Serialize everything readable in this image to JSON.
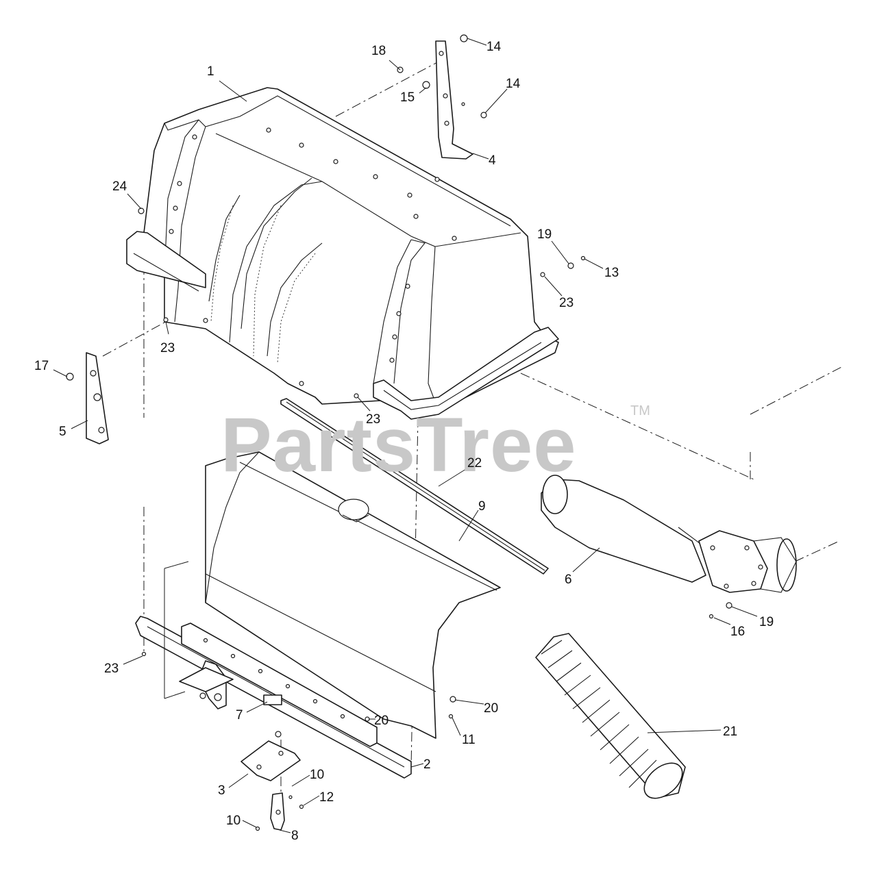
{
  "watermark": {
    "brand": "PartsTree",
    "trademark": "TM",
    "color": "#c8c8c8"
  },
  "diagram": {
    "ink_color": "#1a1a1a",
    "callouts": {
      "c1": "1",
      "c2": "2",
      "c3": "3",
      "c4": "4",
      "c5": "5",
      "c6": "6",
      "c7": "7",
      "c8": "8",
      "c9": "9",
      "c10a": "10",
      "c10b": "10",
      "c11": "11",
      "c12": "12",
      "c13": "13",
      "c14a": "14",
      "c14b": "14",
      "c15": "15",
      "c16": "16",
      "c17": "17",
      "c18": "18",
      "c19a": "19",
      "c19b": "19",
      "c20a": "20",
      "c20b": "20",
      "c21": "21",
      "c22": "22",
      "c23a": "23",
      "c23b": "23",
      "c23c": "23",
      "c23d": "23",
      "c24": "24"
    }
  }
}
